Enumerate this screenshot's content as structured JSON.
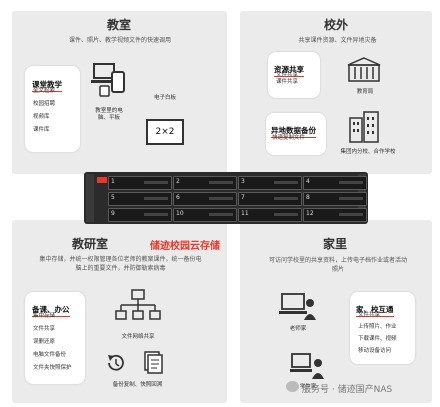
{
  "classroom": {
    "title": "教室",
    "desc": "课件、照片、教学视频文件的快速调用",
    "card": {
      "head": "课堂教学",
      "items": [
        "全文检索",
        "校园招聘",
        "视频库",
        "课件库"
      ]
    },
    "device_label": "教室里的电脑、平板",
    "board_label": "电子白板",
    "board_text": "2×2"
  },
  "offcampus": {
    "title": "校外",
    "desc": "共享课件资源、文件异地灾备",
    "card1": {
      "head": "资源共享",
      "items": [
        "文件共享",
        "课件共享"
      ]
    },
    "bureau_label": "教育局",
    "card2": {
      "head": "异地数据备份",
      "items": [
        "快速复制文件"
      ]
    },
    "group_label": "集团内分校、合作学校"
  },
  "nas": {
    "bays": [
      "1",
      "2",
      "3",
      "4",
      "5",
      "6",
      "7",
      "8",
      "9",
      "10",
      "11",
      "12"
    ],
    "brand": "储迹校园云存储"
  },
  "research": {
    "title": "教研室",
    "desc": "集中存储，并统一权限管理各位老师的教案课件，统一备份电脑上的重要文件，并防御勒索病毒",
    "card": {
      "head": "备课、办公",
      "items": [
        "集中存储",
        "文件共享",
        "误删还原",
        "电脑文件备份",
        "文件夹快照保护"
      ]
    },
    "network_label": "文件网络共享",
    "backup_label": "备份复制、快照回溯"
  },
  "home": {
    "title": "家里",
    "desc": "可访问学校里的共享资料，上传电子档作业或者活动照片",
    "teacher_label": "老师家",
    "student_label": "学生家",
    "card": {
      "head": "家、校互通",
      "items": [
        "文件共享",
        "上传照片、作业",
        "下载课件、视频",
        "移动设备访问"
      ]
    }
  },
  "watermark": "服务号 · 储迹国产NAS"
}
